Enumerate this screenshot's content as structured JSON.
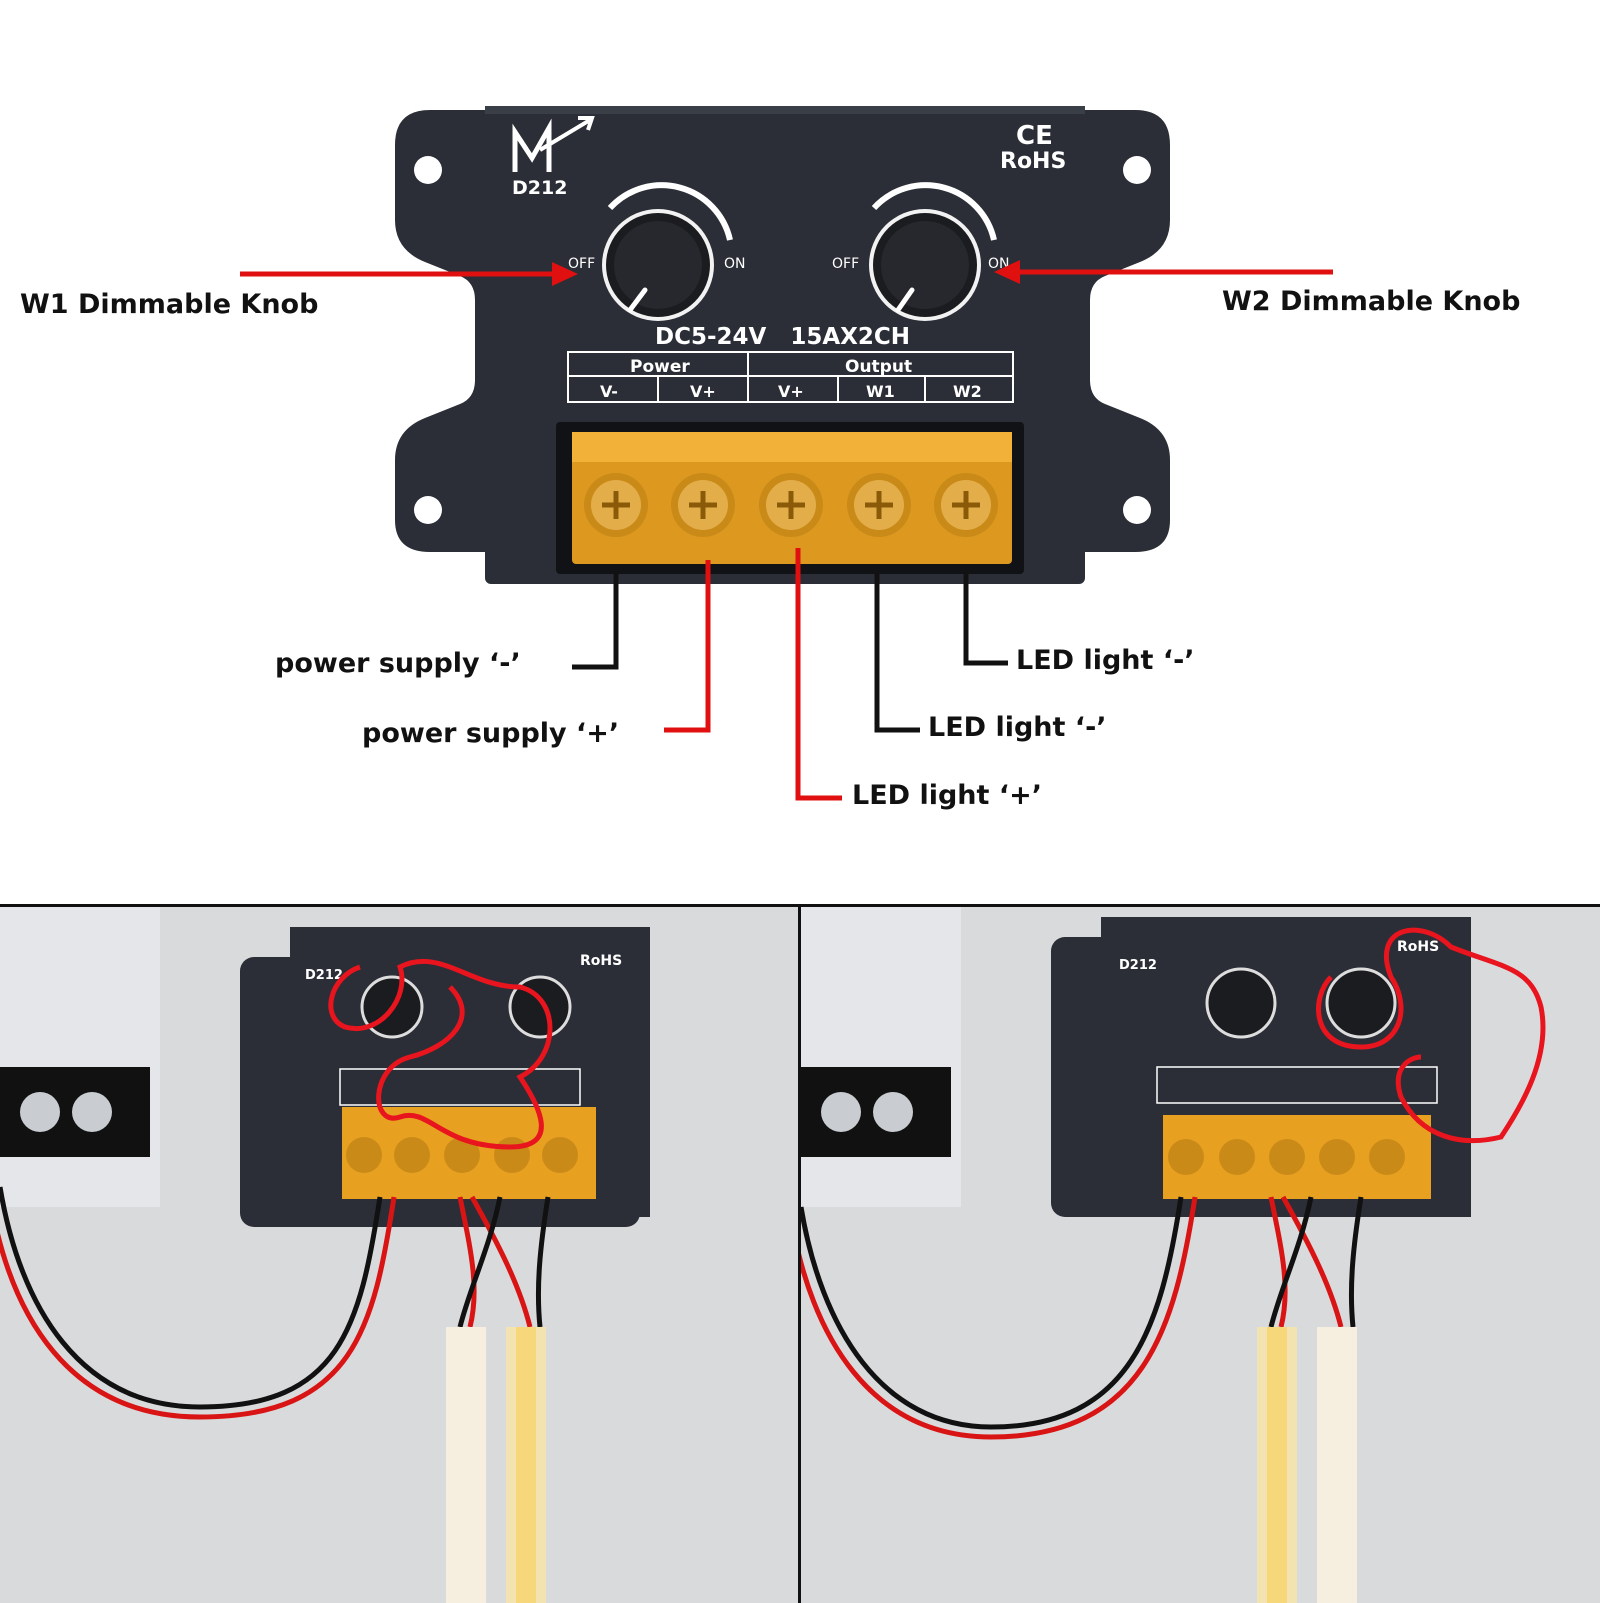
{
  "device": {
    "brand_mark": "M",
    "model": "D212",
    "cert_ce": "CE",
    "cert_rohs": "RoHS",
    "knob_off": "OFF",
    "knob_on": "ON",
    "rating": "DC5-24V   15AX2CH",
    "terminal_table": {
      "group_power": "Power",
      "group_output": "Output",
      "terminals": [
        "V-",
        "V+",
        "V+",
        "W1",
        "W2"
      ]
    }
  },
  "callouts": {
    "w1_knob": "W1 Dimmable Knob",
    "w2_knob": "W2 Dimmable Knob",
    "power_minus": "power supply ‘-’",
    "power_plus": "power supply ‘+’",
    "led_plus": "LED light ‘+’",
    "led_minus_w1": "LED light ‘-’",
    "led_minus_w2": "LED light ‘-’"
  },
  "colors": {
    "device_body": "#2b2e36",
    "terminal_cover": "#e8a020",
    "red_line": "#e01010",
    "black_line": "#111111",
    "wall": "#d9dadc",
    "annotation_red": "#e8141e"
  }
}
